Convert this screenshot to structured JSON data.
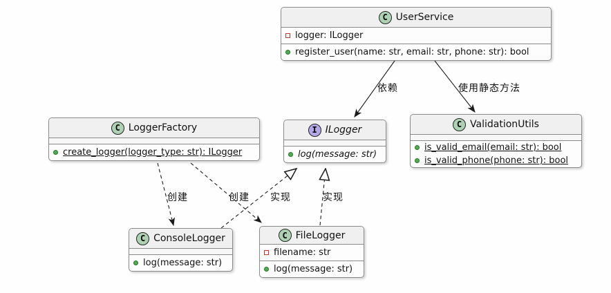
{
  "diagram_type": "uml-class-diagram",
  "colors": {
    "background": "#fefefe",
    "class_spot_fill": "#ADD1B2",
    "interface_spot_fill": "#B4A7E6",
    "spot_border": "#222222",
    "box_border": "#8a8a8a",
    "header_bg": "#f0f0f0",
    "body_bg": "#fdfdfd",
    "private_field_icon": "#c0392b",
    "public_method_icon": "#58a758",
    "arrow": "#1b1b1b"
  },
  "classes": [
    {
      "stereotype": "C",
      "name": "UserService",
      "fields": [
        {
          "visibility": "private",
          "text": "logger: ILogger"
        }
      ],
      "methods": [
        {
          "visibility": "public",
          "text": "register_user(name: str, email: str, phone: str): bool"
        }
      ]
    },
    {
      "stereotype": "C",
      "name": "LoggerFactory",
      "fields": [],
      "methods": [
        {
          "visibility": "public",
          "static": true,
          "text": "create_logger(logger_type: str): ILogger"
        }
      ]
    },
    {
      "stereotype": "I",
      "name": "ILogger",
      "fields": [],
      "methods": [
        {
          "visibility": "public",
          "abstract": true,
          "text": "log(message: str)"
        }
      ]
    },
    {
      "stereotype": "C",
      "name": "ValidationUtils",
      "fields": [],
      "methods": [
        {
          "visibility": "public",
          "static": true,
          "text": "is_valid_email(email: str): bool"
        },
        {
          "visibility": "public",
          "static": true,
          "text": "is_valid_phone(phone: str): bool"
        }
      ]
    },
    {
      "stereotype": "C",
      "name": "ConsoleLogger",
      "fields": [],
      "methods": [
        {
          "visibility": "public",
          "text": "log(message: str)"
        }
      ]
    },
    {
      "stereotype": "C",
      "name": "FileLogger",
      "fields": [
        {
          "visibility": "private",
          "text": "filename: str"
        }
      ],
      "methods": [
        {
          "visibility": "public",
          "text": "log(message: str)"
        }
      ]
    }
  ],
  "relationships": [
    {
      "from": "UserService",
      "to": "ILogger",
      "type": "dependency",
      "label": "依赖"
    },
    {
      "from": "UserService",
      "to": "ValidationUtils",
      "type": "dependency",
      "label": "使用静态方法"
    },
    {
      "from": "LoggerFactory",
      "to": "ConsoleLogger",
      "type": "dependency",
      "label": "创建"
    },
    {
      "from": "LoggerFactory",
      "to": "FileLogger",
      "type": "dependency",
      "label": "创建"
    },
    {
      "from": "ConsoleLogger",
      "to": "ILogger",
      "type": "realization",
      "label": "实现"
    },
    {
      "from": "FileLogger",
      "to": "ILogger",
      "type": "realization",
      "label": "实现"
    }
  ]
}
